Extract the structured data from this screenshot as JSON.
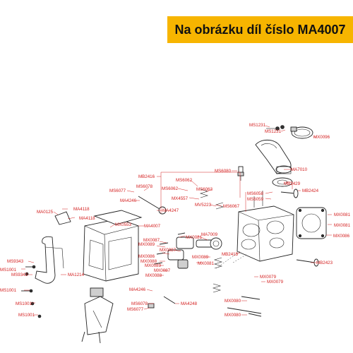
{
  "banner": {
    "text": "Na obrázku díl číslo MA4007"
  },
  "colors": {
    "banner_bg": "#f7b500",
    "label": "#d42020"
  },
  "labels": {
    "ms1231a": "MS1231",
    "ms1231b": "MS1231",
    "mx0096": "MX0096",
    "ms6080": "MS6080",
    "ma7010": "MA7010",
    "mb2416": "MB2416",
    "ms6062a": "MS6062",
    "ms6078a": "MS6078",
    "ms6062b": "MS6062",
    "ms6063": "MS6063",
    "mb2429": "MB2429",
    "ms6077a": "MS6077",
    "ma4246a": "MA4246",
    "mx4557": "MX4557",
    "ms6058": "MS6058",
    "ms6059": "MS6059",
    "mb2424": "MB2424",
    "mv5223": "MV5223",
    "ms6067": "MS6067",
    "ma4118a": "MA4118",
    "ma4247": "MA4247",
    "ma0125": "MA0125",
    "ma4118b": "MA4118",
    "mx0081a": "MX0081",
    "mx0553": "MX0553",
    "ma4007": "MA4007",
    "mx0081b": "MX0081",
    "mx0087a": "MX0087",
    "mx0081c": "MX0081",
    "ma7009": "MA7009",
    "mx0086a": "MX0086",
    "mx0089a": "MX0089",
    "mx0087b": "MX0087",
    "mx0086b": "MX0086",
    "mx0089b": "MX0089",
    "mb2415": "MB2415",
    "ms9343a": "MS9343",
    "mx0088a": "MX0088",
    "mx0081d": "MX0081",
    "mx0089c": "MX0089",
    "ms1001a": "MS1001",
    "mx0087c": "MX0087",
    "ma1214": "MA1214",
    "mb2423": "MB2423",
    "ms9343b": "MS9343",
    "mx0088b": "MX0088",
    "mx0079a": "MX0079",
    "mx0079b": "MX0079",
    "ms1001b": "MS1001",
    "ma4246b": "MA4246",
    "ms1001c": "MS1001",
    "mx0080a": "MX0080",
    "ms1001d": "MS1001",
    "ms6078b": "MS6078",
    "ma4248": "MA4248",
    "ms6077b": "MS6077",
    "mx0080b": "MX0080"
  }
}
